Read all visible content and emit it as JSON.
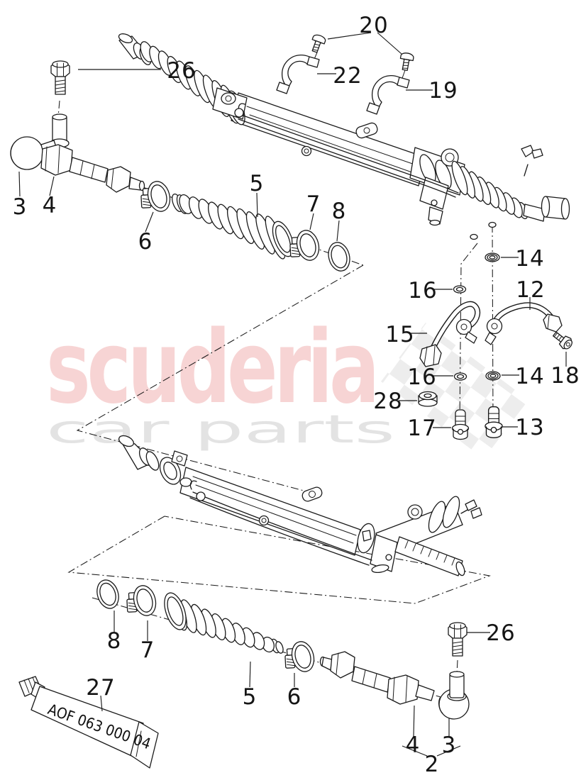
{
  "watermark": {
    "brand": "scuderia",
    "subtitle": "car parts"
  },
  "colors": {
    "line": "#1a1a1a",
    "brand_pink": "#f7d4d4",
    "subtitle_gray": "#e3e3e3",
    "flag_gray": "#ededed",
    "label": "#151515",
    "background": "#ffffff"
  },
  "tube": {
    "label": "AOF 063 000 04"
  },
  "callouts": [
    {
      "id": "bolt-26-top",
      "label": "26"
    },
    {
      "id": "screws-20",
      "label": "20"
    },
    {
      "id": "clamp-22",
      "label": "22"
    },
    {
      "id": "clamp-19",
      "label": "19"
    },
    {
      "id": "tie-rod-end-3-top",
      "label": "3"
    },
    {
      "id": "tie-rod-4-top",
      "label": "4"
    },
    {
      "id": "clamp-6-top",
      "label": "6"
    },
    {
      "id": "boot-5-top",
      "label": "5"
    },
    {
      "id": "clamp-7-top",
      "label": "7"
    },
    {
      "id": "ring-8-top",
      "label": "8"
    },
    {
      "id": "washer-14-upper",
      "label": "14"
    },
    {
      "id": "washer-16-upper",
      "label": "16"
    },
    {
      "id": "pipe-12",
      "label": "12"
    },
    {
      "id": "pipe-15",
      "label": "15"
    },
    {
      "id": "bolt-18",
      "label": "18"
    },
    {
      "id": "washer-16-lower",
      "label": "16"
    },
    {
      "id": "washer-14-lower",
      "label": "14"
    },
    {
      "id": "grommet-28",
      "label": "28"
    },
    {
      "id": "bolt-17",
      "label": "17"
    },
    {
      "id": "bolt-13",
      "label": "13"
    },
    {
      "id": "ring-8-bottom",
      "label": "8"
    },
    {
      "id": "clamp-7-bottom",
      "label": "7"
    },
    {
      "id": "tube-27",
      "label": "27"
    },
    {
      "id": "boot-5-bottom",
      "label": "5"
    },
    {
      "id": "clamp-6-bottom",
      "label": "6"
    },
    {
      "id": "bolt-26-bottom",
      "label": "26"
    },
    {
      "id": "tie-rod-4-bottom",
      "label": "4"
    },
    {
      "id": "tie-rod-end-3-bottom",
      "label": "3"
    },
    {
      "id": "assembly-2",
      "label": "2"
    }
  ]
}
